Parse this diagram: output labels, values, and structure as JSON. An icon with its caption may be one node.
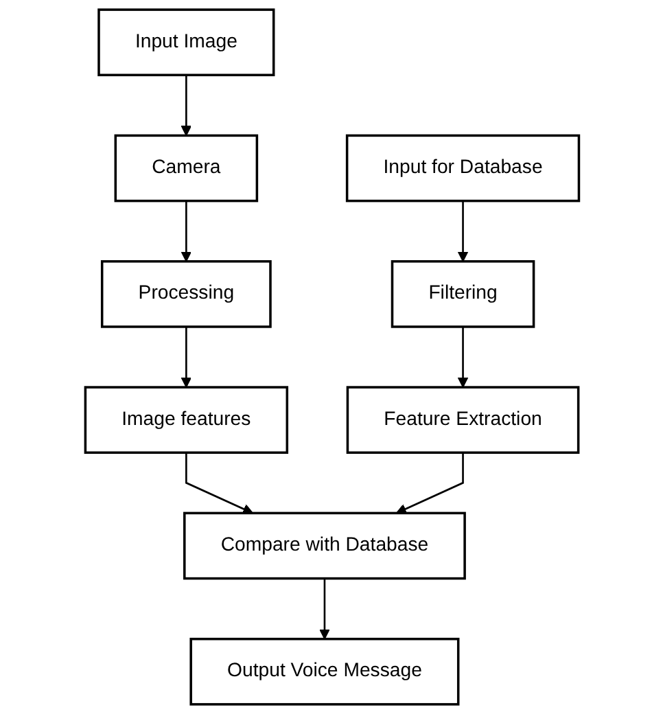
{
  "diagram": {
    "nodes": [
      {
        "text": [
          "Input Image"
        ]
      },
      {
        "text": [
          "Camera"
        ]
      },
      {
        "text": [
          "Processing"
        ]
      },
      {
        "text": [
          "Image features"
        ]
      },
      {
        "text": [
          "Input for Database"
        ]
      },
      {
        "text": [
          "Filtering"
        ]
      },
      {
        "text": [
          "Feature Extraction"
        ]
      },
      {
        "text": [
          "Compare with Database"
        ]
      },
      {
        "text": [
          "Output Voice Message"
        ]
      }
    ],
    "edges": [
      {
        "from": 0,
        "to": 1,
        "arrow": "to"
      },
      {
        "from": 1,
        "to": 2,
        "arrow": "to"
      },
      {
        "from": 2,
        "to": 3,
        "arrow": "to"
      },
      {
        "from": 4,
        "to": 5,
        "arrow": "to"
      },
      {
        "from": 5,
        "to": 6,
        "arrow": "to"
      },
      {
        "from": 3,
        "to": 7,
        "arrow": "to"
      },
      {
        "from": 6,
        "to": 7,
        "arrow": "to"
      },
      {
        "from": 7,
        "to": 8,
        "arrow": "to"
      }
    ]
  }
}
